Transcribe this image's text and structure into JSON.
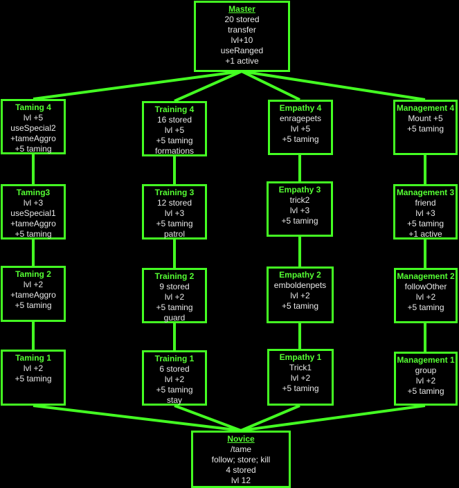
{
  "master": {
    "title": "Master",
    "lines": [
      "20 stored",
      "transfer",
      "lvl+10",
      "useRanged",
      "+1 active"
    ]
  },
  "novice": {
    "title": "Novice",
    "lines": [
      "/tame",
      "follow; store; kill",
      "4 stored",
      "lvl 12"
    ]
  },
  "taming": [
    {
      "title": "Taming 4",
      "lines": [
        "lvl +5",
        "useSpecial2",
        "+tameAggro",
        "+5 taming"
      ]
    },
    {
      "title": "Taming3",
      "lines": [
        "lvl +3",
        "useSpecial1",
        "+tameAggro",
        "+5 taming"
      ]
    },
    {
      "title": "Taming 2",
      "lines": [
        "lvl +2",
        "+tameAggro",
        "+5 taming"
      ]
    },
    {
      "title": "Taming 1",
      "lines": [
        "lvl +2",
        "+5 taming"
      ]
    }
  ],
  "training": [
    {
      "title": "Training 4",
      "lines": [
        "16 stored",
        "lvl +5",
        "+5 taming",
        "formations"
      ]
    },
    {
      "title": "Training 3",
      "lines": [
        "12 stored",
        "lvl +3",
        "+5 taming",
        "patrol"
      ]
    },
    {
      "title": "Training 2",
      "lines": [
        "9 stored",
        "lvl +2",
        "+5 taming",
        "guard"
      ]
    },
    {
      "title": "Training 1",
      "lines": [
        "6 stored",
        "lvl +2",
        "+5 taming",
        "stay"
      ]
    }
  ],
  "empathy": [
    {
      "title": "Empathy 4",
      "lines": [
        "enragepets",
        "lvl +5",
        "+5 taming"
      ]
    },
    {
      "title": "Empathy 3",
      "lines": [
        "trick2",
        "lvl +3",
        "+5 taming"
      ]
    },
    {
      "title": "Empathy 2",
      "lines": [
        "emboldenpets",
        "lvl +2",
        "+5 taming"
      ]
    },
    {
      "title": "Empathy 1",
      "lines": [
        "Trick1",
        "lvl +2",
        "+5 taming"
      ]
    }
  ],
  "management": [
    {
      "title": "Management 4",
      "lines": [
        "Mount +5",
        "+5 taming"
      ]
    },
    {
      "title": "Management 3",
      "lines": [
        "friend",
        "lvl +3",
        "+5 taming",
        "+1 active"
      ]
    },
    {
      "title": "Management 2",
      "lines": [
        "followOther",
        "lvl +2",
        "+5 taming"
      ]
    },
    {
      "title": "Management 1",
      "lines": [
        "group",
        "lvl +2",
        "+5 taming"
      ]
    }
  ],
  "colors": {
    "line": "#44ff22",
    "title": "#55ff33",
    "text": "#e8e8e8",
    "background": "#000000"
  }
}
